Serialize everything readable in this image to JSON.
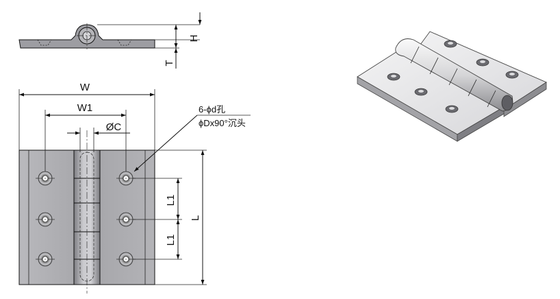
{
  "drawing": {
    "labels": {
      "width": "W",
      "hole_spacing": "W1",
      "pin_diameter": "ØC",
      "knuckle_height": "H",
      "thickness": "T",
      "length": "L",
      "pitch_upper": "L1",
      "pitch_lower": "L1",
      "callout_holes": "6-ϕd孔",
      "callout_counterbore": "ϕDx90°沉头"
    },
    "colors": {
      "plate": "#a9a9ad",
      "plate_dark": "#8e8e93",
      "iso_light": "#e8e8ea",
      "line": "#111111"
    }
  }
}
